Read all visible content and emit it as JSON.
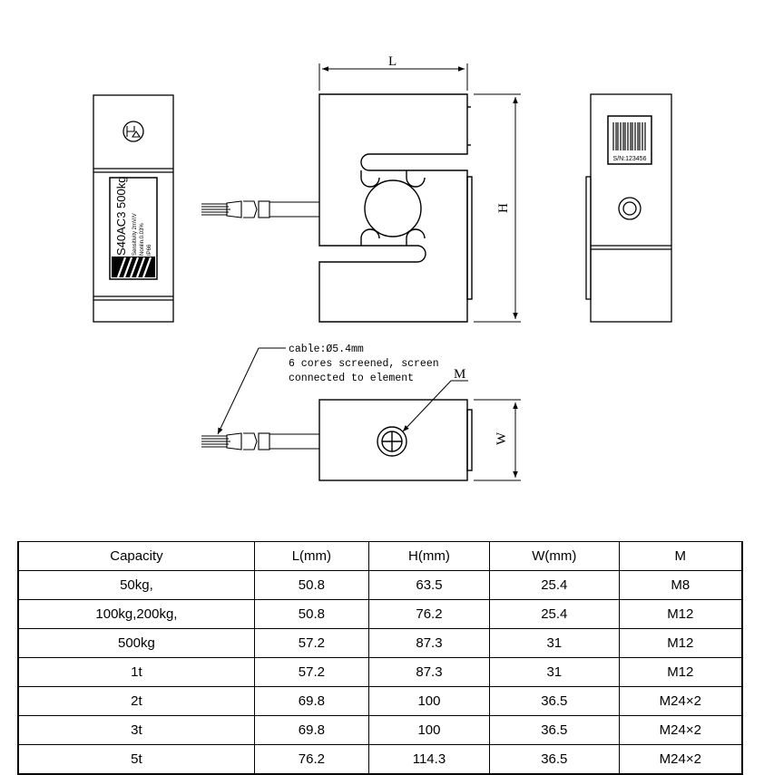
{
  "drawing": {
    "dim_L": "L",
    "dim_H": "H",
    "dim_W": "W",
    "dim_M": "M",
    "cable_note": [
      "cable:Ø5.4mm",
      "6 cores screened, screen",
      "connected to element"
    ],
    "side_label": {
      "model": "S40AC3 500kg",
      "lines": [
        "Sensitivity 2mV/V",
        "Nonlin.0.03%",
        "IP66"
      ]
    },
    "barcode_serial": "S/N:123456"
  },
  "table": {
    "headers": [
      "Capacity",
      "L(mm)",
      "H(mm)",
      "W(mm)",
      "M"
    ],
    "rows": [
      [
        "50kg,",
        "50.8",
        "63.5",
        "25.4",
        "M8"
      ],
      [
        "100kg,200kg,",
        "50.8",
        "76.2",
        "25.4",
        "M12"
      ],
      [
        "500kg",
        "57.2",
        "87.3",
        "31",
        "M12"
      ],
      [
        "1t",
        "57.2",
        "87.3",
        "31",
        "M12"
      ],
      [
        "2t",
        "69.8",
        "100",
        "36.5",
        "M24×2"
      ],
      [
        "3t",
        "69.8",
        "100",
        "36.5",
        "M24×2"
      ],
      [
        "5t",
        "76.2",
        "114.3",
        "36.5",
        "M24×2"
      ]
    ]
  }
}
